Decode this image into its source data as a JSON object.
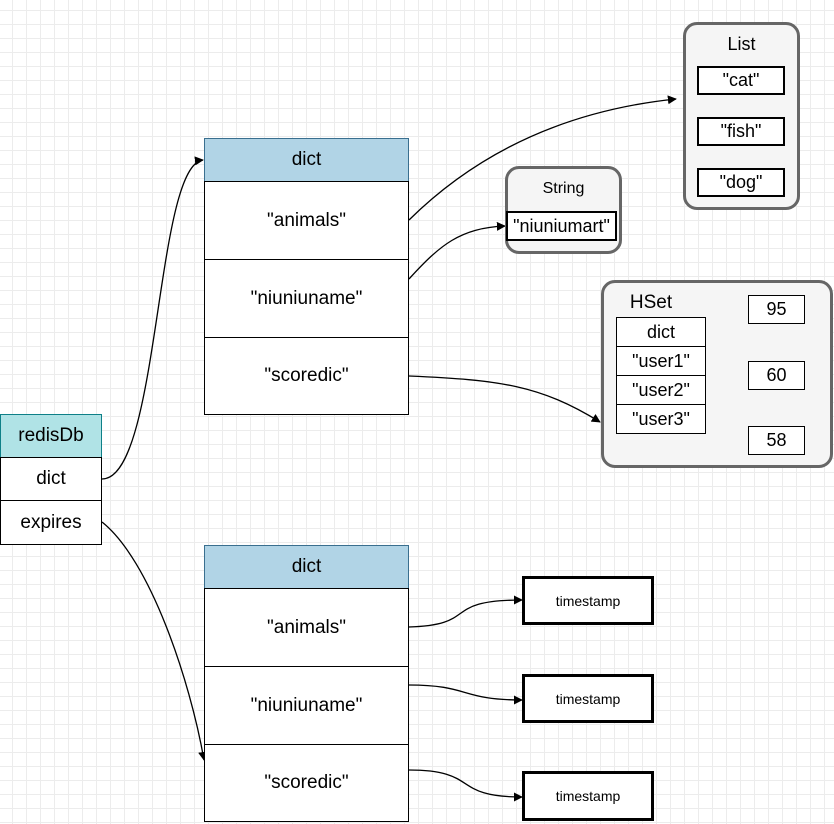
{
  "redisDb": {
    "title": "redisDb",
    "fields": [
      "dict",
      "expires"
    ]
  },
  "dict_main": {
    "title": "dict",
    "keys": [
      "\"animals\"",
      "\"niuniuname\"",
      "\"scoredic\""
    ]
  },
  "dict_expires": {
    "title": "dict",
    "keys": [
      "\"animals\"",
      "\"niuniuname\"",
      "\"scoredic\""
    ]
  },
  "list": {
    "title": "List",
    "items": [
      "\"cat\"",
      "\"fish\"",
      "\"dog\""
    ]
  },
  "string": {
    "title": "String",
    "value": "\"niuniumart\""
  },
  "hset": {
    "title": "HSet",
    "rows": [
      "dict",
      "\"user1\"",
      "\"user2\"",
      "\"user3\""
    ],
    "values": [
      "95",
      "60",
      "58"
    ]
  },
  "timestamps": [
    "timestamp",
    "timestamp",
    "timestamp"
  ]
}
